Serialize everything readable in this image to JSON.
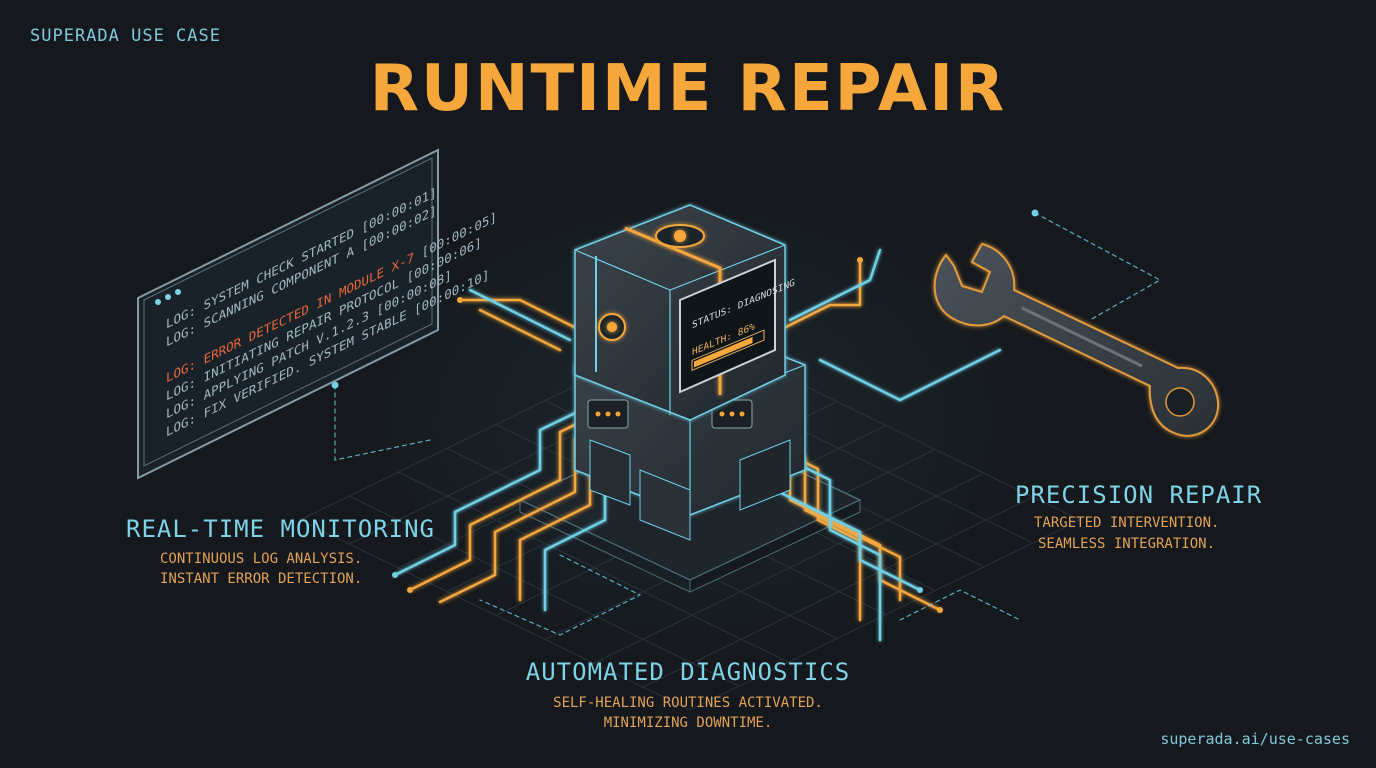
{
  "header": {
    "brand": "SUPERADA USE CASE",
    "title": "RUNTIME REPAIR"
  },
  "terminal": {
    "lines": [
      {
        "text": "LOG: SYSTEM CHECK STARTED [00:00:01]",
        "type": "normal"
      },
      {
        "text": "LOG: SCANNING COMPONENT A [00:00:02]",
        "type": "normal"
      },
      {
        "text": "",
        "type": "blank"
      },
      {
        "prefix": "LOG: ",
        "text": "ERROR DETECTED IN MODULE X-7",
        "suffix": " [00:00:05]",
        "type": "error"
      },
      {
        "text": "LOG: INITIATING REPAIR PROTOCOL [00:00:06]",
        "type": "normal"
      },
      {
        "text": "LOG: APPLYING PATCH V.1.2.3 [00:00:08]",
        "type": "normal"
      },
      {
        "text": "LOG: FIX VERIFIED. SYSTEM STABLE [00:00:10]",
        "type": "normal"
      }
    ]
  },
  "device": {
    "status_label": "STATUS: DIAGNOSING",
    "health_label": "HEALTH: 86%",
    "health_value": 0.86
  },
  "features": {
    "monitoring": {
      "title": "REAL-TIME MONITORING",
      "line1": "CONTINUOUS LOG ANALYSIS.",
      "line2": "INSTANT ERROR DETECTION."
    },
    "repair": {
      "title": "PRECISION REPAIR",
      "line1": "TARGETED INTERVENTION.",
      "line2": "SEAMLESS INTEGRATION."
    },
    "diagnostics": {
      "title": "AUTOMATED DIAGNOSTICS",
      "line1": "SELF-HEALING ROUTINES ACTIVATED.",
      "line2": "MINIMIZING DOWNTIME."
    }
  },
  "footer": {
    "url": "superada.ai/use-cases"
  },
  "colors": {
    "background": "#15181c",
    "accent_orange": "#f5a73c",
    "accent_cyan": "#7fd3e6",
    "error_red": "#e8683c",
    "terminal_text": "#9fb7c4"
  }
}
